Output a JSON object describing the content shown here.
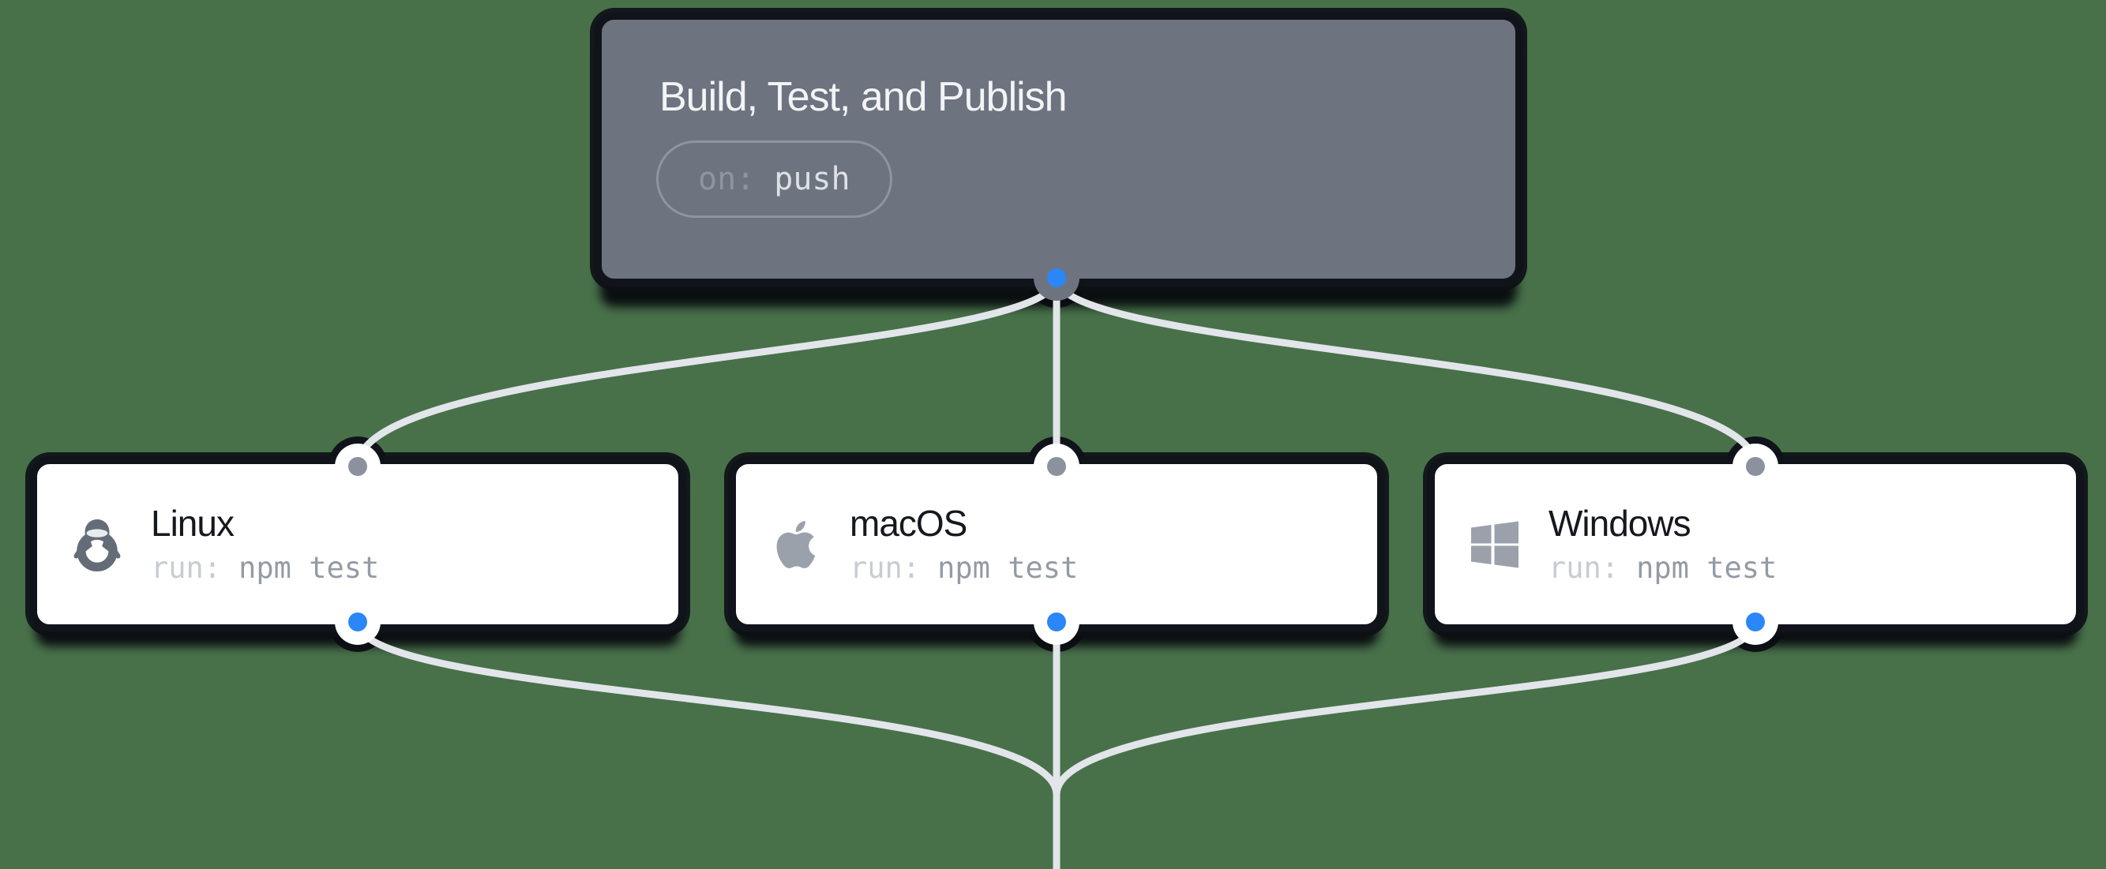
{
  "canvas": {
    "background_color": "#48714a",
    "edge_color": "#e2e5e9",
    "outline_color": "#10141a",
    "accent_blue": "#2b86f7",
    "connector_gray": "#8b929d",
    "trigger_card_color": "#6d7480",
    "job_card_color": "#ffffff"
  },
  "trigger_card": {
    "title": "Build, Test, and Publish",
    "badge_key": "on:",
    "badge_value": "push"
  },
  "job_cards": [
    {
      "title": "Linux",
      "icon": "linux-tux-icon",
      "command_key": "run:",
      "command_value": "npm test"
    },
    {
      "title": "macOS",
      "icon": "apple-icon",
      "command_key": "run:",
      "command_value": "npm test"
    },
    {
      "title": "Windows",
      "icon": "windows-icon",
      "command_key": "run:",
      "command_value": "npm test"
    }
  ]
}
